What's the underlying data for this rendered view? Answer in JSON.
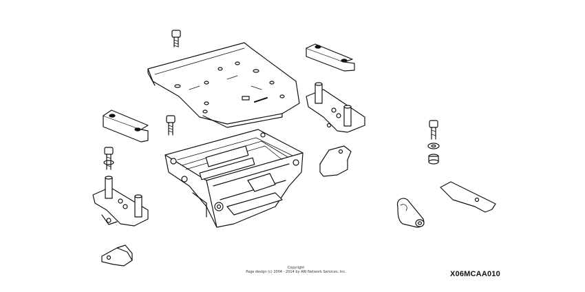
{
  "footer": {
    "copyright_title": "Copyright",
    "copyright_line": "Page design (c) 2004 - 2014 by ARI Network Services, Inc."
  },
  "diagram_code": "X06MCAA010",
  "colors": {
    "line": "#111111",
    "fill": "#ffffff",
    "shade": "#cfcfcf"
  }
}
